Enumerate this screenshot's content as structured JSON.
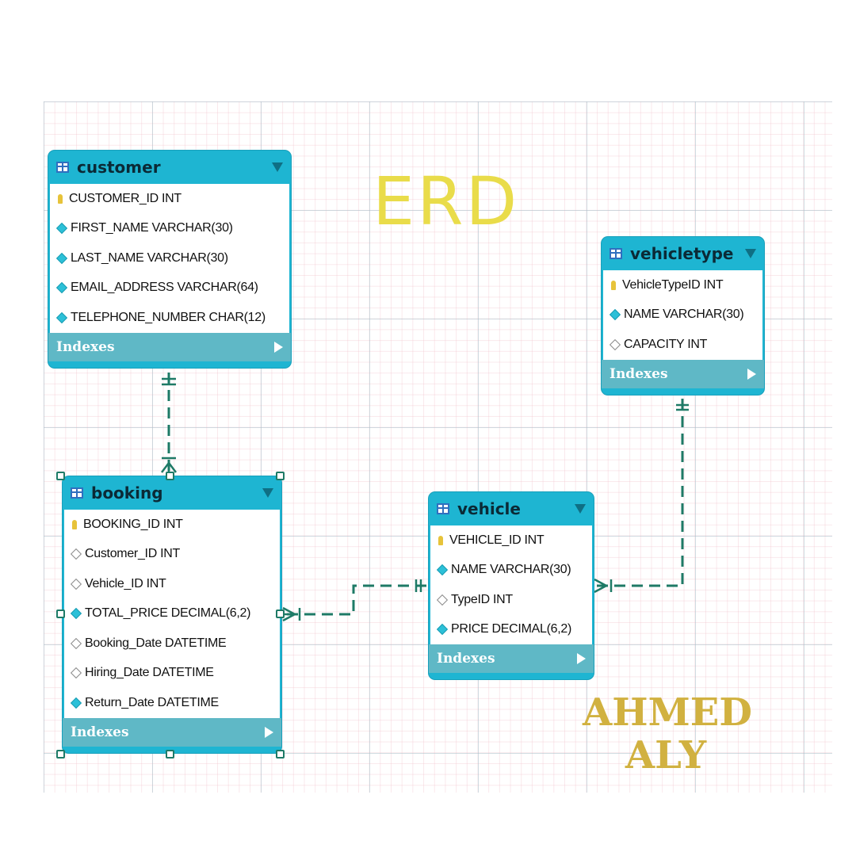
{
  "title": "ERD",
  "author_lines": [
    "AHMED",
    "ALY"
  ],
  "indexes_label": "Indexes",
  "colors": {
    "entity_header": "#1eb5d2",
    "indexes_bar": "#5fb8c6",
    "relationship_line": "#1e7a66",
    "title": "#e9dc4a",
    "author": "#d1b140"
  },
  "entities": {
    "customer": {
      "name": "customer",
      "columns": [
        {
          "text": "CUSTOMER_ID INT",
          "icon": "primary-key-icon"
        },
        {
          "text": "FIRST_NAME VARCHAR(30)",
          "icon": "not-null-column-icon"
        },
        {
          "text": "LAST_NAME VARCHAR(30)",
          "icon": "not-null-column-icon"
        },
        {
          "text": "EMAIL_ADDRESS VARCHAR(64)",
          "icon": "not-null-column-icon"
        },
        {
          "text": "TELEPHONE_NUMBER CHAR(12)",
          "icon": "not-null-column-icon"
        }
      ]
    },
    "vehicletype": {
      "name": "vehicletype",
      "columns": [
        {
          "text": "VehicleTypeID INT",
          "icon": "primary-key-icon"
        },
        {
          "text": "NAME VARCHAR(30)",
          "icon": "not-null-column-icon"
        },
        {
          "text": "CAPACITY INT",
          "icon": "nullable-column-icon"
        }
      ]
    },
    "booking": {
      "name": "booking",
      "columns": [
        {
          "text": "BOOKING_ID INT",
          "icon": "primary-key-icon"
        },
        {
          "text": "Customer_ID INT",
          "icon": "nullable-column-icon"
        },
        {
          "text": "Vehicle_ID INT",
          "icon": "nullable-column-icon"
        },
        {
          "text": "TOTAL_PRICE DECIMAL(6,2)",
          "icon": "not-null-column-icon"
        },
        {
          "text": "Booking_Date DATETIME",
          "icon": "nullable-column-icon"
        },
        {
          "text": "Hiring_Date DATETIME",
          "icon": "nullable-column-icon"
        },
        {
          "text": "Return_Date DATETIME",
          "icon": "not-null-column-icon"
        }
      ]
    },
    "vehicle": {
      "name": "vehicle",
      "columns": [
        {
          "text": "VEHICLE_ID INT",
          "icon": "primary-key-icon"
        },
        {
          "text": "NAME VARCHAR(30)",
          "icon": "not-null-column-icon"
        },
        {
          "text": "TypeID INT",
          "icon": "nullable-column-icon"
        },
        {
          "text": "PRICE DECIMAL(6,2)",
          "icon": "not-null-column-icon"
        }
      ]
    }
  },
  "relationships": [
    {
      "from": "customer",
      "to": "booking",
      "cardinality": "one-to-many"
    },
    {
      "from": "vehicle",
      "to": "booking",
      "cardinality": "one-to-many"
    },
    {
      "from": "vehicletype",
      "to": "vehicle",
      "cardinality": "one-to-many"
    }
  ]
}
